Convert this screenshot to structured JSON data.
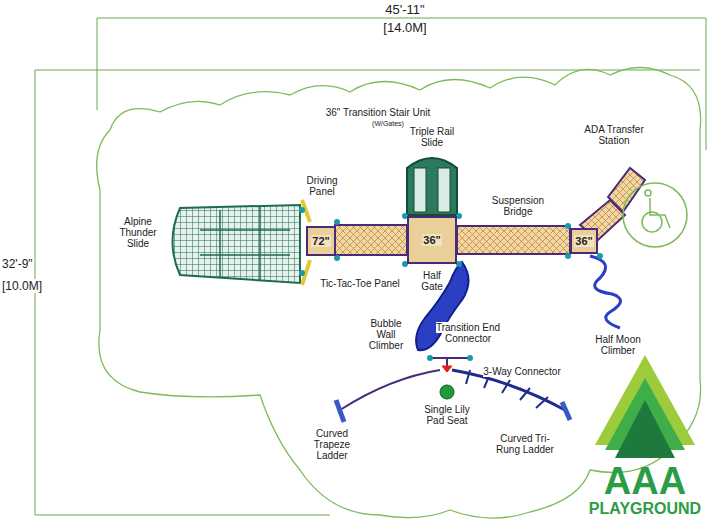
{
  "diagram": {
    "nodes": [
      {
        "text": [
          "72\""
        ]
      },
      {
        "text": [
          "36\""
        ]
      },
      {
        "text": [
          "36\""
        ]
      }
    ],
    "labels": [
      "45'-11\"",
      "[14.0M]",
      "32'-9\"",
      "[10.0M]",
      "36\" Transition Stair Unit",
      "(W/Gates)",
      "Triple Rail Slide",
      "ADA Transfer Station",
      "Driving Panel",
      "Suspension Bridge",
      "Alpine Thunder Slide",
      "Half Gate",
      "Tic-Tac-Toe Panel",
      "Bubble Wall Climber",
      "Transition End Connector",
      "3-Way Connector",
      "Half Moon Climber",
      "Single Lily Pad Seat",
      "Curved Trapeze Ladder",
      "Curved Tri-Rung Ladder",
      "AAA",
      "PLAYGROUND"
    ]
  }
}
